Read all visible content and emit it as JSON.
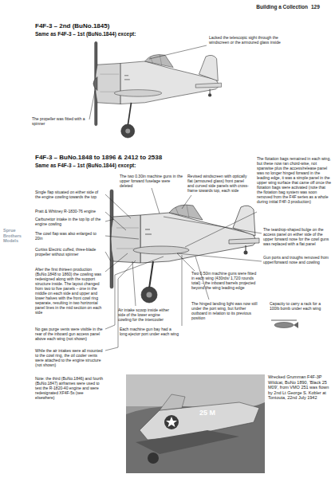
{
  "diagram": {
    "labels": [
      "Building a Collection",
      "129",
      "F4F-3 – 2nd (BuNo.1845)",
      "Same as F4F-3 – 1st (BuNo.1844) except:",
      "Lacked the telescopic sight through the windscreen or the armoured glass inside",
      "The propeller was fitted with a spinner",
      "F4F-3 – BuNo.1848 to 1896 & 2412 to 2538",
      "Same as F4F-3 – 1st (BuNo.1844) except:",
      "The two 0.30in machine guns in the upper forward fuselage were deleted",
      "Single flap situated on either side of the engine cowling towards the top",
      "Pratt & Whitney R-1830-76 engine",
      "Carburettor intake in the top lip of the engine cowling",
      "The cowl flap was also enlarged to 20in",
      "Curtiss Electric cuffed, three-blade propeller without spinner",
      "After the first thirteen production (BuNo.1848 to 1860) the cowling was redesigned along with the support structure inside. The layout changed from two to five panels – one in the middle on each side and upper and lower halves with the front cowl ring separate, resulting in two horizontal panel lines in the mid section on each side",
      "No gas purge vents were visible in the rear of the inboard gun access panel above each wing (not shown)",
      "While the air intakes were all mounted to the cowl ring, the oil cooler vents were attached to the engine structure (not shown)",
      "Note: the third (BuNo.1846) and fourth (BuNo.1847) airframes were used to test the R-1820-40 engine and were redesignated XF4F-5s (see elsewhere)",
      "Air intake scoop inside either side of the lower engine cowling for the intercooler",
      "Revised windscreen with optically flat (armoured glass) front panel and curved side panels with cross-frame towards top, each side",
      "The flotation bags remained in each wing, but these now ran chord-wise, not spanwise plus the access/release panel was no longer hinged forward in the leading edge, it was a simple panel in the upper wing surface that came off once the flotation bags were activated (note that the flotation bag system was soon removed from the F4F series as a whole during initial F4F-3 production)",
      "The teardrop-shaped bulge on the access panel on either side of the upper forward nose for the cowl guns was replaced with a flat panel",
      "Gun ports and troughs removed from upper/forward nose and cowling",
      "Two 0.50in machine guns were fitted in each wing (430rds/ 1,720 rounds total) – the inboard barrels projected beyond the wing leading edge",
      "Each machine gun bay had a long ejector port under each wing",
      "The hinged landing light was now still under the port wing, but further outboard in relation to its previous position",
      "Capacity to carry a rack for a 100lb bomb under each wing",
      "Wrecked Grumman F4F-3P Wildcat, BuNo 1890, 'Black 25 M09', from VMO 251 was flown by 2nd Lt George S. Kobler at Tontouta, 22nd July 1942",
      "25 M",
      "Sprue Brothers Models"
    ]
  }
}
